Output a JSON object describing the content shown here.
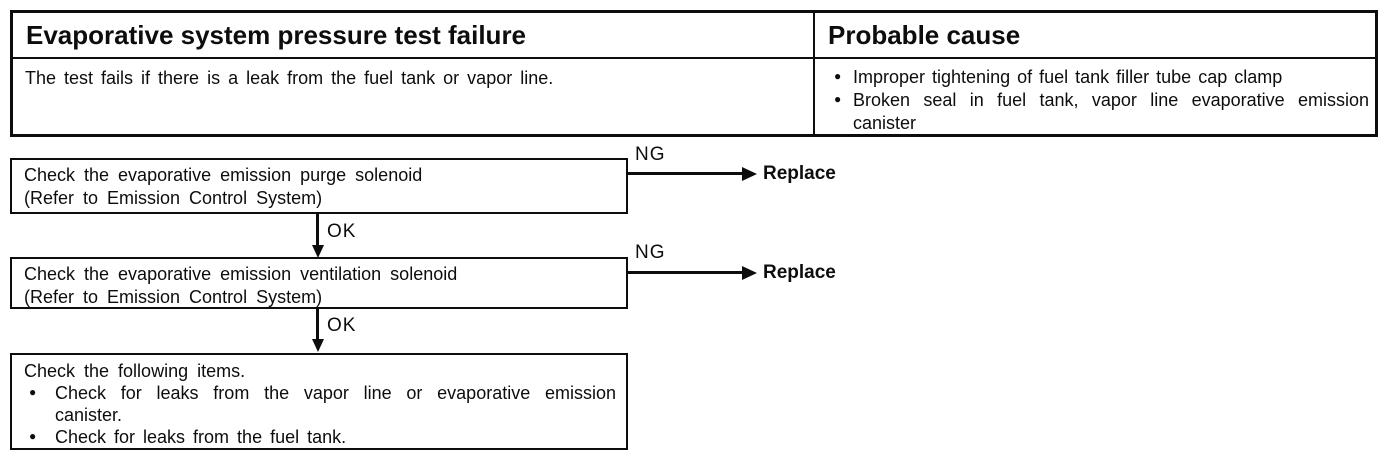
{
  "table": {
    "left": {
      "header": "Evaporative system pressure test failure",
      "body": "The test fails if there is a leak from the fuel tank or vapor line."
    },
    "right": {
      "header": "Probable cause",
      "causes": [
        "Improper tightening of fuel tank filler tube cap clamp",
        "Broken seal in fuel tank, vapor line evaporative emission canister"
      ]
    }
  },
  "flowchart": {
    "step1": {
      "line1": "Check the evaporative emission purge solenoid",
      "line2": "(Refer to Emission Control System)",
      "ng": "NG",
      "action": "Replace",
      "ok": "OK"
    },
    "step2": {
      "line1": "Check the evaporative emission ventilation solenoid",
      "line2": "(Refer to Emission Control System)",
      "ng": "NG",
      "action": "Replace",
      "ok": "OK"
    },
    "step3": {
      "title": "Check the following items.",
      "items": [
        "Check for leaks from the vapor line or evaporative emission canister.",
        "Check for leaks from the fuel tank."
      ]
    }
  },
  "icons": {
    "bullet": "●"
  },
  "colors": {
    "ink": "#0d0d0d",
    "paper": "#ffffff"
  }
}
